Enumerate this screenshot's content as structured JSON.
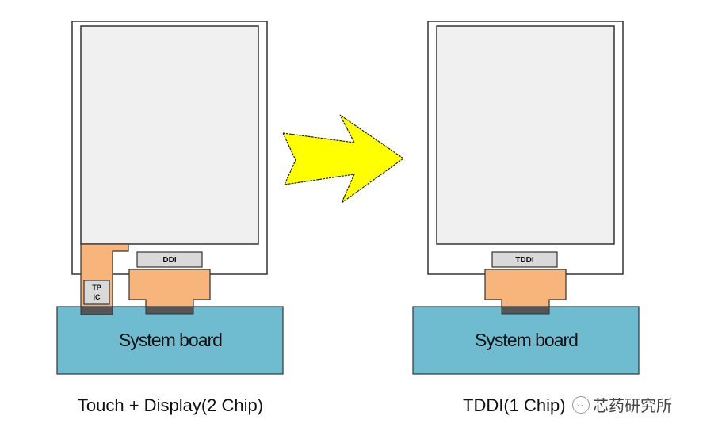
{
  "left_panel": {
    "ddi_label": "DDI",
    "tp_ic_line1": "TP",
    "tp_ic_line2": "IC",
    "board_label": "System board",
    "caption": "Touch + Display(2 Chip)"
  },
  "right_panel": {
    "tddi_label": "TDDI",
    "board_label": "System board",
    "caption": "TDDI(1 Chip)"
  },
  "arrow": {
    "direction": "right",
    "color": "#ffff00"
  },
  "colors": {
    "screen_fill": "#f0f0f0",
    "chip_fill": "#d9d9d9",
    "flex_fill": "#f7b47b",
    "connector_fill": "#555555",
    "board_fill": "#6fbcd1"
  },
  "watermark": {
    "text": "芯药研究所"
  }
}
